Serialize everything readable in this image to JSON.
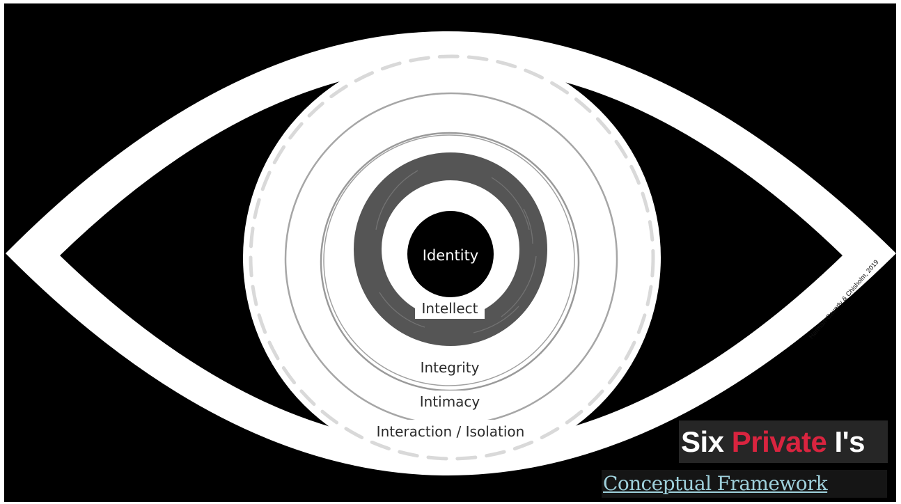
{
  "title": {
    "part1": "Six",
    "part2": "Private",
    "part3": "I's"
  },
  "subtitle": "Conceptual Framework",
  "credit": "Harman-Caverly & Chisholm, 2019",
  "rings": {
    "identity": "Identity",
    "intellect": "Intellect",
    "integrity": "Integrity",
    "intimacy": "Intimacy",
    "interaction_isolation": "Interaction / Isolation"
  },
  "colors": {
    "background": "#ffffff",
    "frame": "#000000",
    "eye_white": "#ffffff",
    "brush_ring": "#555555",
    "circle_line": "#a6a6a6",
    "dashed_ring": "#d9d9d9",
    "accent": "#d9243f",
    "link": "#9fd1dc"
  }
}
